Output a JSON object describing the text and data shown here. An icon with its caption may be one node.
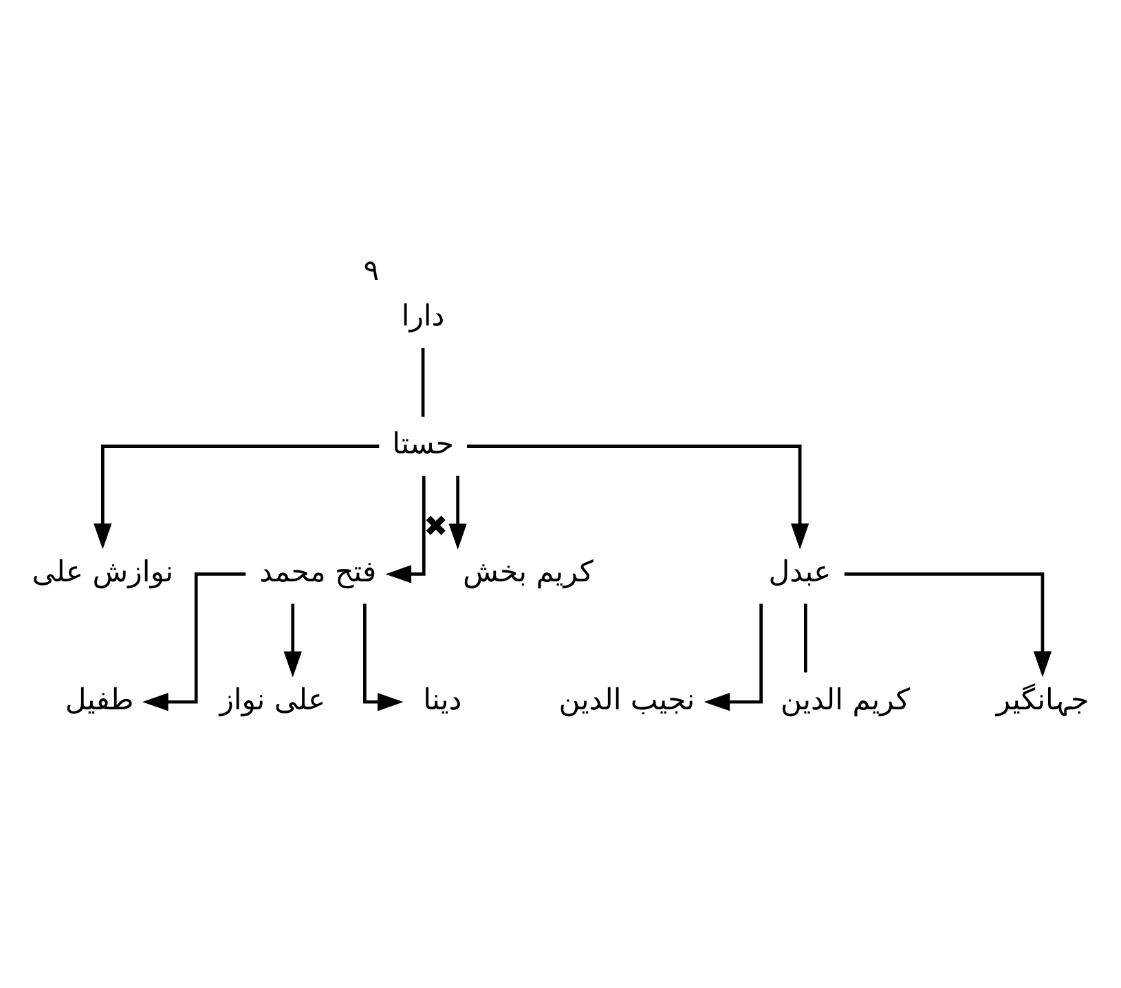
{
  "diagram": {
    "nodes": [
      {
        "text": [
          "دارا"
        ],
        "beside": [
          "۹"
        ]
      },
      {
        "text": [
          "حستا"
        ]
      },
      {
        "text": [
          "عبدل"
        ]
      },
      {
        "text": [
          "کریم بخش"
        ],
        "beside": [
          "✖"
        ]
      },
      {
        "text": [
          "فتح محمد"
        ]
      },
      {
        "text": [
          "نوازش علی"
        ]
      },
      {
        "text": [
          "جہانگیر"
        ]
      },
      {
        "text": [
          "کریم الدین"
        ]
      },
      {
        "text": [
          "نجیب الدین"
        ]
      },
      {
        "text": [
          "دینا"
        ]
      },
      {
        "text": [
          "علی نواز"
        ]
      },
      {
        "text": [
          "طفیل"
        ]
      }
    ],
    "edges": [
      {
        "from": 0,
        "to": 1,
        "arrow": "none"
      },
      {
        "from": 1,
        "to": 2,
        "arrow": "to"
      },
      {
        "from": 1,
        "to": 3,
        "arrow": "to"
      },
      {
        "from": 1,
        "to": 4,
        "arrow": "to"
      },
      {
        "from": 1,
        "to": 5,
        "arrow": "to"
      },
      {
        "from": 2,
        "to": 6,
        "arrow": "to"
      },
      {
        "from": 2,
        "to": 7,
        "arrow": "none"
      },
      {
        "from": 2,
        "to": 8,
        "arrow": "to"
      },
      {
        "from": 4,
        "to": 9,
        "arrow": "to"
      },
      {
        "from": 4,
        "to": 10,
        "arrow": "to"
      },
      {
        "from": 4,
        "to": 11,
        "arrow": "to"
      }
    ]
  }
}
